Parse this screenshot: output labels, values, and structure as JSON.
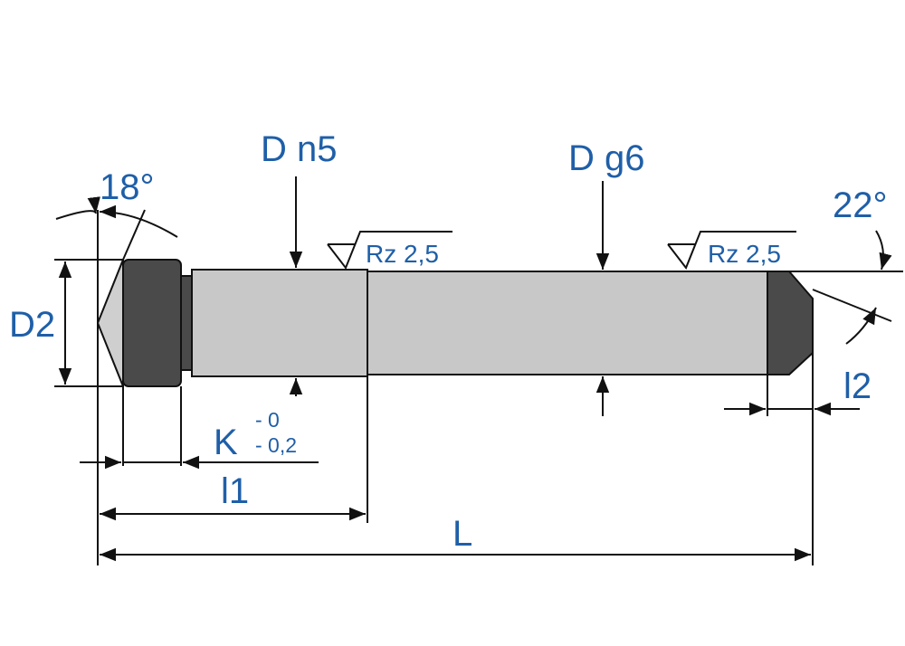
{
  "labels": {
    "diameter_n5": "D n5",
    "diameter_g6": "D g6",
    "angle_tip": "18°",
    "angle_end": "22°",
    "roughness_1": "Rz 2,5",
    "roughness_2": "Rz 2,5",
    "diameter_head": "D2",
    "length_k": "K",
    "tol_upper": "- 0",
    "tol_lower": "- 0,2",
    "length_l1": "l1",
    "length_l2": "l2",
    "length_total": "L"
  },
  "colors": {
    "label": "#1f5fa8",
    "shaft": "#c8c8c8",
    "head": "#4a4a4a",
    "line": "#111111"
  }
}
